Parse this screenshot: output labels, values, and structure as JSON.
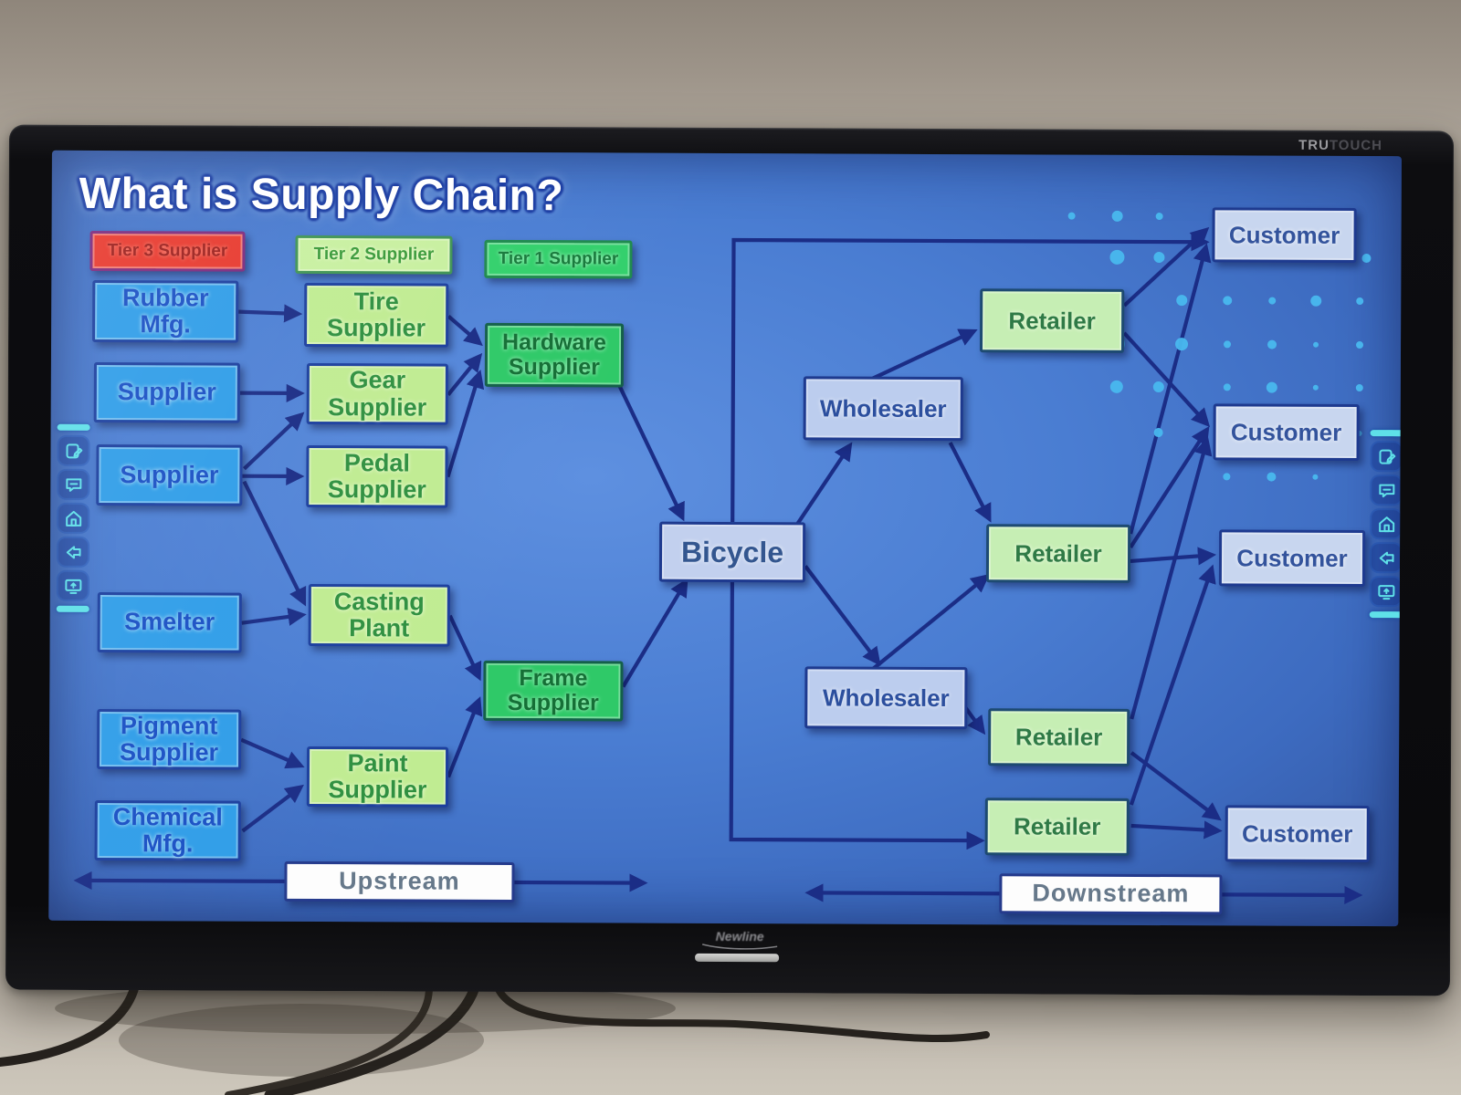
{
  "device": {
    "brand_bold": "TRU",
    "brand_light": "TOUCH",
    "maker_logo": "Newline"
  },
  "toolbar": {
    "icons": [
      "annotate",
      "chat",
      "home",
      "back",
      "screen-share"
    ]
  },
  "slide": {
    "title": "What is Supply Chain?",
    "legend": [
      {
        "label": "Tier 3 Supplier",
        "color": "#e8392e"
      },
      {
        "label": "Tier 2 Supplier",
        "color": "#c8f0a0"
      },
      {
        "label": "Tier 1 Supplier",
        "color": "#33d06c"
      }
    ],
    "flow_labels": {
      "upstream": "Upstream",
      "downstream": "Downstream"
    },
    "nodes": [
      {
        "id": "rubber-mfg",
        "label": "Rubber Mfg.",
        "tier": "tier3"
      },
      {
        "id": "supplier-a",
        "label": "Supplier",
        "tier": "tier3"
      },
      {
        "id": "supplier-b",
        "label": "Supplier",
        "tier": "tier3"
      },
      {
        "id": "smelter",
        "label": "Smelter",
        "tier": "tier3"
      },
      {
        "id": "pigment-supplier",
        "label": "Pigment Supplier",
        "tier": "tier3"
      },
      {
        "id": "chemical-mfg",
        "label": "Chemical Mfg.",
        "tier": "tier3"
      },
      {
        "id": "tire-supplier",
        "label": "Tire Supplier",
        "tier": "tier2"
      },
      {
        "id": "gear-supplier",
        "label": "Gear Supplier",
        "tier": "tier2"
      },
      {
        "id": "pedal-supplier",
        "label": "Pedal Supplier",
        "tier": "tier2"
      },
      {
        "id": "casting-plant",
        "label": "Casting Plant",
        "tier": "tier2"
      },
      {
        "id": "paint-supplier",
        "label": "Paint Supplier",
        "tier": "tier2"
      },
      {
        "id": "hardware-supplier",
        "label": "Hardware Supplier",
        "tier": "tier1"
      },
      {
        "id": "frame-supplier",
        "label": "Frame Supplier",
        "tier": "tier1"
      },
      {
        "id": "bicycle",
        "label": "Bicycle",
        "tier": "focal"
      },
      {
        "id": "wholesaler-1",
        "label": "Wholesaler",
        "tier": "distribution"
      },
      {
        "id": "wholesaler-2",
        "label": "Wholesaler",
        "tier": "distribution"
      },
      {
        "id": "retailer-1",
        "label": "Retailer",
        "tier": "retail"
      },
      {
        "id": "retailer-2",
        "label": "Retailer",
        "tier": "retail"
      },
      {
        "id": "retailer-3",
        "label": "Retailer",
        "tier": "retail"
      },
      {
        "id": "retailer-4",
        "label": "Retailer",
        "tier": "retail"
      },
      {
        "id": "customer-1",
        "label": "Customer",
        "tier": "customer"
      },
      {
        "id": "customer-2",
        "label": "Customer",
        "tier": "customer"
      },
      {
        "id": "customer-3",
        "label": "Customer",
        "tier": "customer"
      },
      {
        "id": "customer-4",
        "label": "Customer",
        "tier": "customer"
      }
    ],
    "palette": {
      "tier3_fill": "#2f9de8",
      "tier2_fill": "#c0ec92",
      "tier1_fill": "#2fc968",
      "neutral_fill": "#bccdee",
      "retail_fill": "#c6eeb4",
      "customer_fill": "#c8d6ef",
      "connector": "#1b2d86",
      "background": "#4a7dd2"
    }
  }
}
